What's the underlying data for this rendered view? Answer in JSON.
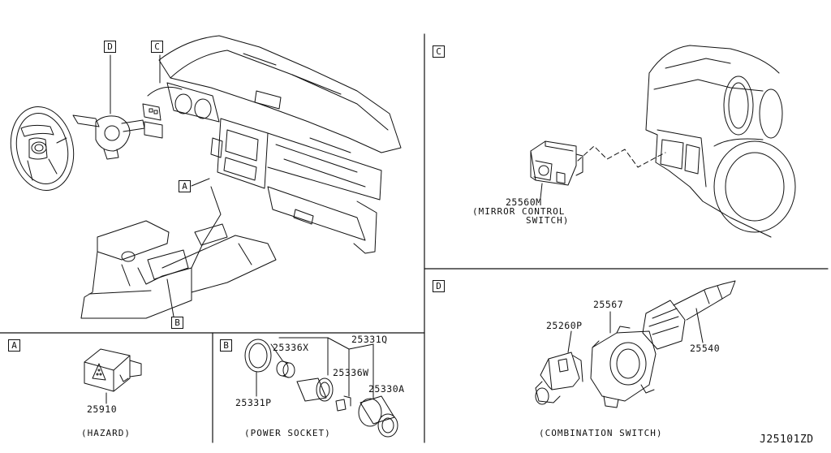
{
  "letters": {
    "a": "A",
    "b": "B",
    "c": "C",
    "d": "D"
  },
  "parts": {
    "hazard": "25910",
    "socket_cap": "25331P",
    "socket_sleeve": "25336X",
    "socket_assy": "25331Q",
    "socket_body": "25336W",
    "socket_housing": "25330A",
    "mirror_switch": "25560M",
    "combo_left": "25260P",
    "combo_spiral": "25567",
    "combo_right": "25540"
  },
  "captions": {
    "hazard": "(HAZARD)",
    "power_socket": "(POWER SOCKET)",
    "mirror_line1": "(MIRROR CONTROL",
    "mirror_line2": "SWITCH)",
    "combination": "(COMBINATION SWITCH)"
  },
  "drawing_code": "J25101ZD"
}
